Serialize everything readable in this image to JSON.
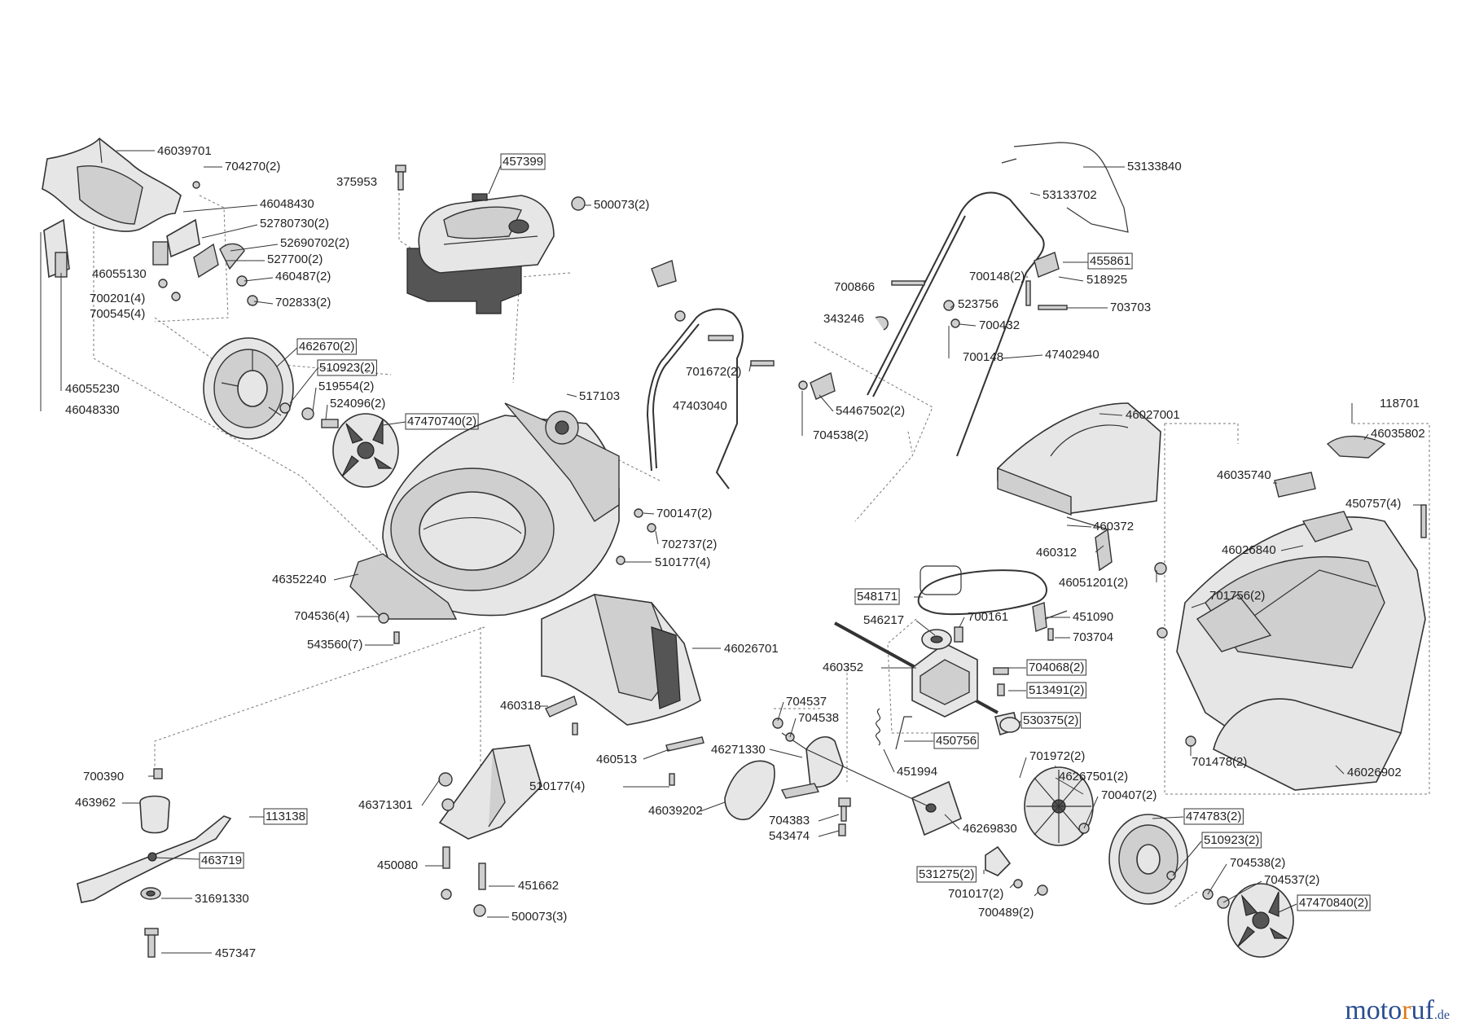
{
  "labels": [
    {
      "text": "46039701",
      "boxed": false
    },
    {
      "text": "704270(2)",
      "boxed": false
    },
    {
      "text": "46048430",
      "boxed": false
    },
    {
      "text": "52780730(2)",
      "boxed": false
    },
    {
      "text": "52690702(2)",
      "boxed": false
    },
    {
      "text": "527700(2)",
      "boxed": false
    },
    {
      "text": "460487(2)",
      "boxed": false
    },
    {
      "text": "46055130",
      "boxed": false
    },
    {
      "text": "702833(2)",
      "boxed": false
    },
    {
      "text": "700201(4)",
      "boxed": false
    },
    {
      "text": "700545(4)",
      "boxed": false
    },
    {
      "text": "46055230",
      "boxed": false
    },
    {
      "text": "46048330",
      "boxed": false
    },
    {
      "text": "375953",
      "boxed": false
    },
    {
      "text": "457399",
      "boxed": true
    },
    {
      "text": "500073(2)",
      "boxed": false
    },
    {
      "text": "462670(2)",
      "boxed": true
    },
    {
      "text": "510923(2)",
      "boxed": true
    },
    {
      "text": "519554(2)",
      "boxed": false
    },
    {
      "text": "524096(2)",
      "boxed": false
    },
    {
      "text": "47470740(2)",
      "boxed": true
    },
    {
      "text": "517103",
      "boxed": false
    },
    {
      "text": "700147(2)",
      "boxed": false
    },
    {
      "text": "702737(2)",
      "boxed": false
    },
    {
      "text": "510177(4)",
      "boxed": false
    },
    {
      "text": "46352240",
      "boxed": false
    },
    {
      "text": "704536(4)",
      "boxed": false
    },
    {
      "text": "543560(7)",
      "boxed": false
    },
    {
      "text": "46026701",
      "boxed": false
    },
    {
      "text": "460318",
      "boxed": false
    },
    {
      "text": "460513",
      "boxed": false
    },
    {
      "text": "510177(4)",
      "boxed": false
    },
    {
      "text": "700390",
      "boxed": false
    },
    {
      "text": "463962",
      "boxed": false
    },
    {
      "text": "113138",
      "boxed": true
    },
    {
      "text": "463719",
      "boxed": true
    },
    {
      "text": "31691330",
      "boxed": false
    },
    {
      "text": "457347",
      "boxed": false
    },
    {
      "text": "46371301",
      "boxed": false
    },
    {
      "text": "450080",
      "boxed": false
    },
    {
      "text": "451662",
      "boxed": false
    },
    {
      "text": "500073(3)",
      "boxed": false
    },
    {
      "text": "701672(2)",
      "boxed": false
    },
    {
      "text": "47403040",
      "boxed": false
    },
    {
      "text": "54467502(2)",
      "boxed": false
    },
    {
      "text": "704538(2)",
      "boxed": false
    },
    {
      "text": "53133840",
      "boxed": false
    },
    {
      "text": "53133702",
      "boxed": false
    },
    {
      "text": "455861",
      "boxed": true
    },
    {
      "text": "700148(2)",
      "boxed": false
    },
    {
      "text": "518925",
      "boxed": false
    },
    {
      "text": "700866",
      "boxed": false
    },
    {
      "text": "523756",
      "boxed": false
    },
    {
      "text": "703703",
      "boxed": false
    },
    {
      "text": "343246",
      "boxed": false
    },
    {
      "text": "700432",
      "boxed": false
    },
    {
      "text": "700148",
      "boxed": false
    },
    {
      "text": "47402940",
      "boxed": false
    },
    {
      "text": "46027001",
      "boxed": false
    },
    {
      "text": "460372",
      "boxed": false
    },
    {
      "text": "460312",
      "boxed": false
    },
    {
      "text": "46051201(2)",
      "boxed": false
    },
    {
      "text": "548171",
      "boxed": true
    },
    {
      "text": "546217",
      "boxed": false
    },
    {
      "text": "700161",
      "boxed": false
    },
    {
      "text": "451090",
      "boxed": false
    },
    {
      "text": "703704",
      "boxed": false
    },
    {
      "text": "460352",
      "boxed": false
    },
    {
      "text": "704068(2)",
      "boxed": true
    },
    {
      "text": "513491(2)",
      "boxed": true
    },
    {
      "text": "530375(2)",
      "boxed": true
    },
    {
      "text": "450756",
      "boxed": true
    },
    {
      "text": "451994",
      "boxed": false
    },
    {
      "text": "704537",
      "boxed": false
    },
    {
      "text": "704538",
      "boxed": false
    },
    {
      "text": "46271330",
      "boxed": false
    },
    {
      "text": "46039202",
      "boxed": false
    },
    {
      "text": "704383",
      "boxed": false
    },
    {
      "text": "543474",
      "boxed": false
    },
    {
      "text": "46269830",
      "boxed": false
    },
    {
      "text": "531275(2)",
      "boxed": true
    },
    {
      "text": "701017(2)",
      "boxed": false
    },
    {
      "text": "700489(2)",
      "boxed": false
    },
    {
      "text": "701972(2)",
      "boxed": false
    },
    {
      "text": "46267501(2)",
      "boxed": false
    },
    {
      "text": "700407(2)",
      "boxed": false
    },
    {
      "text": "474783(2)",
      "boxed": true
    },
    {
      "text": "510923(2)",
      "boxed": true
    },
    {
      "text": "704538(2)",
      "boxed": false
    },
    {
      "text": "704537(2)",
      "boxed": false
    },
    {
      "text": "47470840(2)",
      "boxed": true
    },
    {
      "text": "118701",
      "boxed": false
    },
    {
      "text": "46035802",
      "boxed": false
    },
    {
      "text": "46035740",
      "boxed": false
    },
    {
      "text": "450757(4)",
      "boxed": false
    },
    {
      "text": "46026840",
      "boxed": false
    },
    {
      "text": "701756(2)",
      "boxed": false
    },
    {
      "text": "701478(2)",
      "boxed": false
    },
    {
      "text": "46026902",
      "boxed": false
    }
  ],
  "logo": {
    "main": "moto",
    "accent": "r",
    "rest": "uf",
    "suffix": ".de"
  }
}
